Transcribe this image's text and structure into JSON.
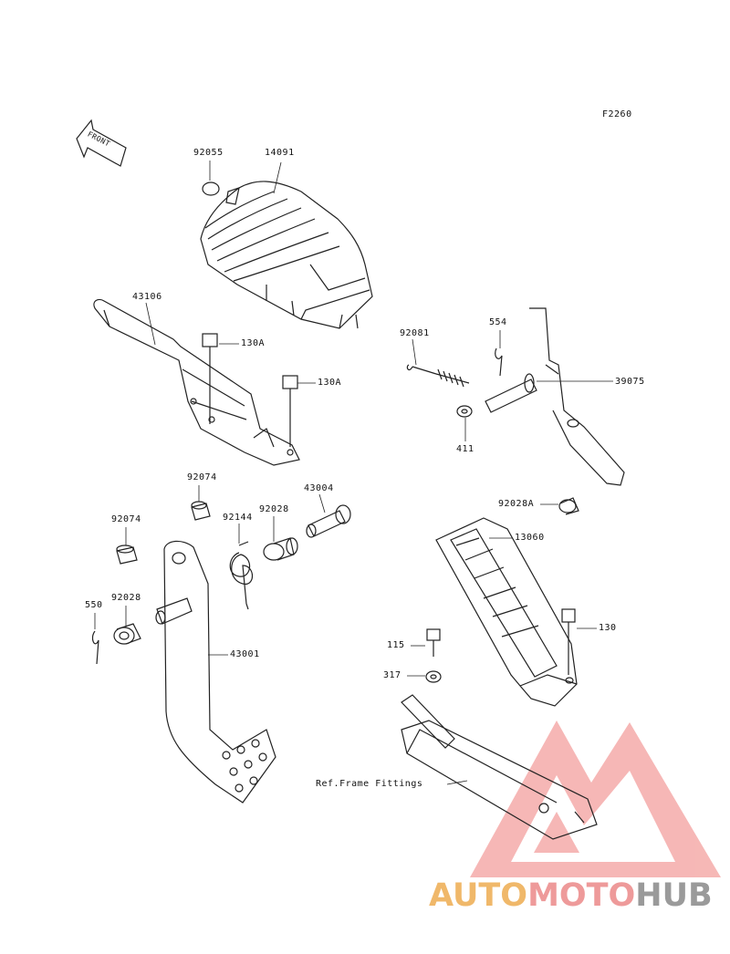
{
  "figure_code": "F2260",
  "front_arrow": "FRONT",
  "labels": {
    "p92055": "92055",
    "p14091": "14091",
    "p43106": "43106",
    "p130A_1": "130A",
    "p130A_2": "130A",
    "p92081": "92081",
    "p554": "554",
    "p39075": "39075",
    "p411": "411",
    "p92074_1": "92074",
    "p43004": "43004",
    "p92074_2": "92074",
    "p92144": "92144",
    "p92028_1": "92028",
    "p92028A": "92028A",
    "p13060": "13060",
    "p550": "550",
    "p92028_2": "92028",
    "p43001": "43001",
    "p115": "115",
    "p130": "130",
    "p317": "317",
    "ref_frame": "Ref.Frame Fittings"
  },
  "watermark": {
    "part1": "AUTO",
    "part2": "MOTO",
    "part3": "HUB",
    "colors": {
      "auto": "#f0b86a",
      "moto": "#ee9a9a",
      "hub": "#9a9a9a",
      "logo": "#f4a0a0"
    }
  }
}
